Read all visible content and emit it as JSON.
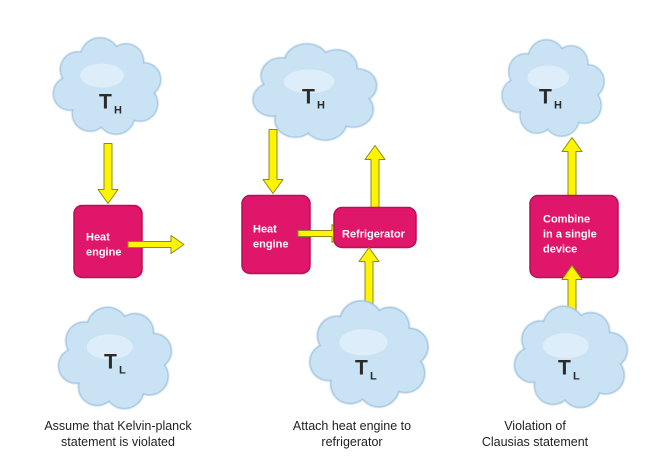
{
  "colors": {
    "cloud_fill": "#c9e2f4",
    "cloud_stroke": "#a6c7e2",
    "box_fill": "#e0166b",
    "box_stroke": "#b80f55",
    "arrow_fill": "#fff400",
    "arrow_stroke": "#8a8a1c"
  },
  "panels": [
    {
      "id": "kelvin-planck-violation",
      "hot_reservoir": {
        "main": "T",
        "sub": "H"
      },
      "cold_reservoir": {
        "main": "T",
        "sub": "L"
      },
      "heat_engine": {
        "lines": [
          "Heat",
          "engine"
        ]
      },
      "caption": [
        "Assume that Kelvin-planck",
        "statement is violated"
      ]
    },
    {
      "id": "attach-engine-to-refrigerator",
      "hot_reservoir": {
        "main": "T",
        "sub": "H"
      },
      "cold_reservoir": {
        "main": "T",
        "sub": "L"
      },
      "heat_engine": {
        "lines": [
          "Heat",
          "engine"
        ]
      },
      "refrigerator": {
        "label": "Refrigerator"
      },
      "caption": [
        "Attach heat engine to",
        "refrigerator"
      ]
    },
    {
      "id": "clausius-violation",
      "hot_reservoir": {
        "main": "T",
        "sub": "H"
      },
      "cold_reservoir": {
        "main": "T",
        "sub": "L"
      },
      "combined_device": {
        "lines": [
          "Combine",
          "in a single",
          "device"
        ]
      },
      "caption": [
        "Violation of",
        "Clausias statement"
      ]
    }
  ]
}
